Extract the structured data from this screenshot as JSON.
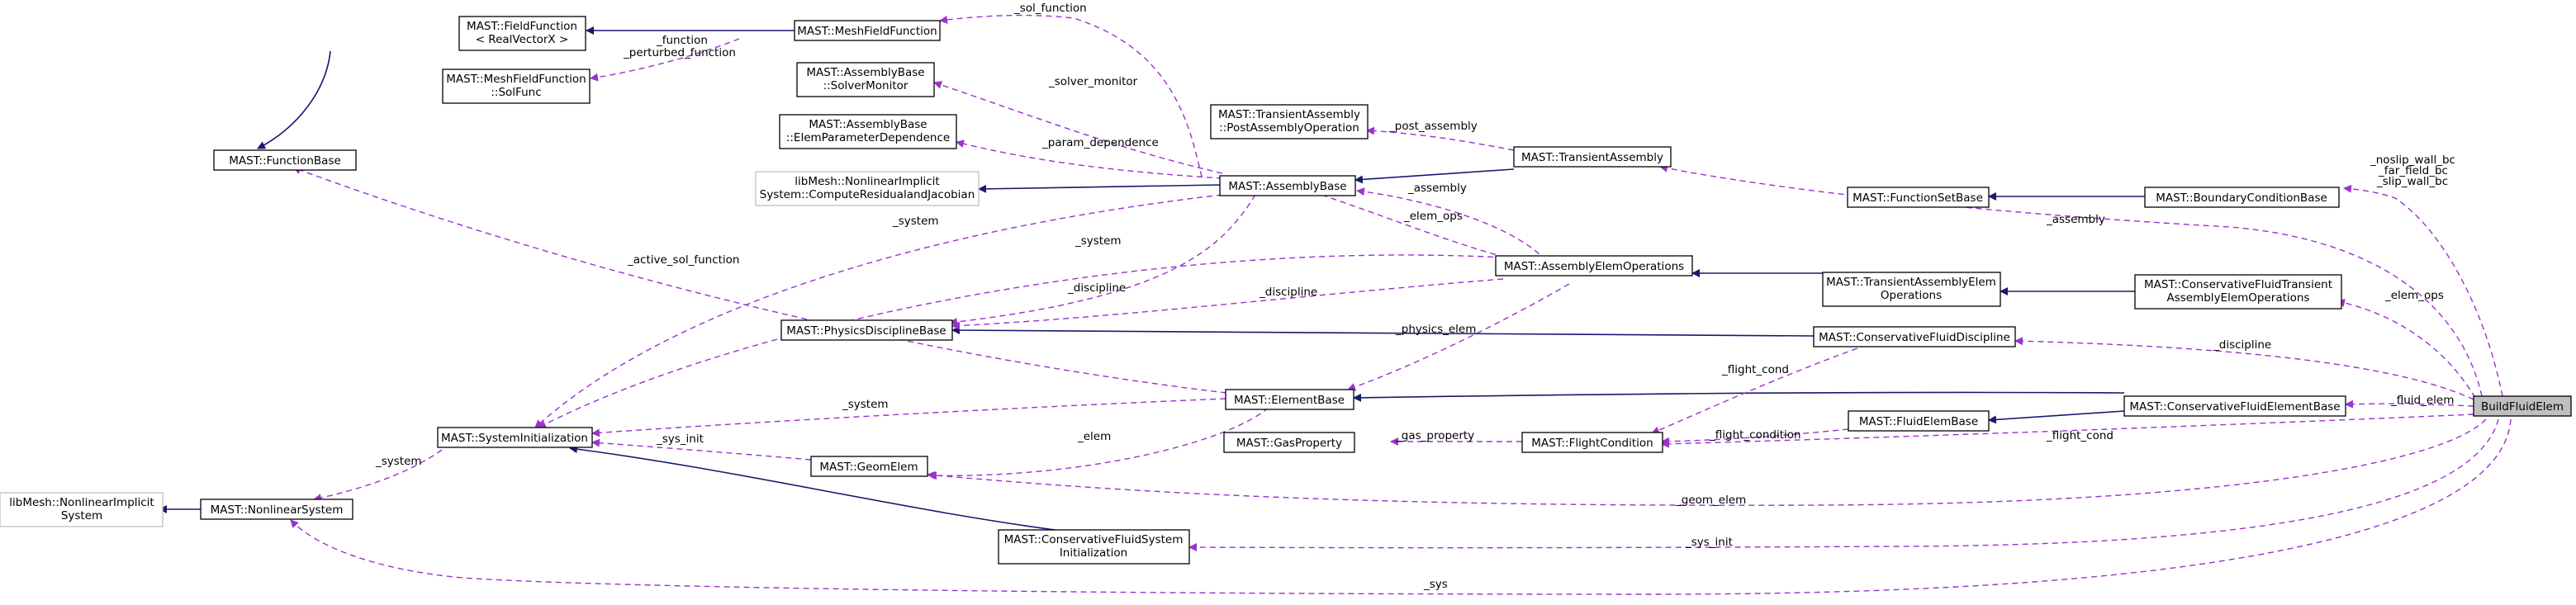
{
  "nodes": {
    "field_function": "MAST::FieldFunction\n< RealVectorX >",
    "mesh_field_function": "MAST::MeshFieldFunction",
    "mesh_field_function_solfunc": "MAST::MeshFieldFunction\n::SolFunc",
    "function_base": "MAST::FunctionBase",
    "assembly_solver_monitor": "MAST::AssemblyBase\n::SolverMonitor",
    "assembly_elem_param_dep": "MAST::AssemblyBase\n::ElemParameterDependence",
    "libmesh_compute": "libMesh::NonlinearImplicit\nSystem::ComputeResidualandJacobian",
    "assembly_base": "MAST::AssemblyBase",
    "transient_post_assembly": "MAST::TransientAssembly\n::PostAssemblyOperation",
    "transient_assembly": "MAST::TransientAssembly",
    "assembly_elem_operations": "MAST::AssemblyElemOperations",
    "function_set_base": "MAST::FunctionSetBase",
    "boundary_condition_base": "MAST::BoundaryConditionBase",
    "transient_assembly_elem_ops": "MAST::TransientAssemblyElem\nOperations",
    "conservative_fluid_transient_ops": "MAST::ConservativeFluidTransient\nAssemblyElemOperations",
    "physics_discipline_base": "MAST::PhysicsDisciplineBase",
    "conservative_fluid_discipline": "MAST::ConservativeFluidDiscipline",
    "element_base": "MAST::ElementBase",
    "conservative_fluid_element_base": "MAST::ConservativeFluidElementBase",
    "build_fluid_elem": "BuildFluidElem",
    "system_initialization": "MAST::SystemInitialization",
    "fluid_elem_base": "MAST::FluidElemBase",
    "gas_property": "MAST::GasProperty",
    "flight_condition": "MAST::FlightCondition",
    "geom_elem": "MAST::GeomElem",
    "libmesh_nonlinear_system": "libMesh::NonlinearImplicit\nSystem",
    "nonlinear_system": "MAST::NonlinearSystem",
    "conservative_fluid_system_init": "MAST::ConservativeFluidSystem\nInitialization"
  },
  "edge_labels": {
    "function_perturbed": "_function\n_perturbed_function",
    "sol_function": "_sol_function",
    "solver_monitor": "_solver_monitor",
    "param_dependence": "_param_dependence",
    "post_assembly": "_post_assembly",
    "assembly_to_elemops": "_assembly",
    "elem_ops_from_assembly": "_elem_ops",
    "system_from_assembly": "_system",
    "system_from_elemops": "_system",
    "discipline_from_assembly": "_discipline",
    "discipline_from_elemops": "_discipline",
    "active_sol_function": "_active_sol_function",
    "physics_elem": "_physics_elem",
    "system_from_element": "_system",
    "elem": "_elem",
    "sys_init": "_sys_init",
    "system_from_nonlinear": "_system",
    "gas_property": "_gas_property",
    "flight_cond_from_discipline": "_flight_cond",
    "flight_condition": "_flight_condition",
    "bc_labels": "_noslip_wall_bc\n_far_field_bc\n_slip_wall_bc",
    "assembly_from_build": "_assembly",
    "elem_ops_from_build": "_elem_ops",
    "discipline_from_build": "_discipline",
    "fluid_elem": "_fluid_elem",
    "flight_cond_from_build": "_flight_cond",
    "geom_elem": "_geom_elem",
    "sys_init_from_build": "_sys_init",
    "sys": "_sys"
  },
  "colors": {
    "inheritance": "#191970",
    "usage": "#9a32cd",
    "focus_fill": "#bfbfbf",
    "external_border": "#bfbfbf"
  }
}
